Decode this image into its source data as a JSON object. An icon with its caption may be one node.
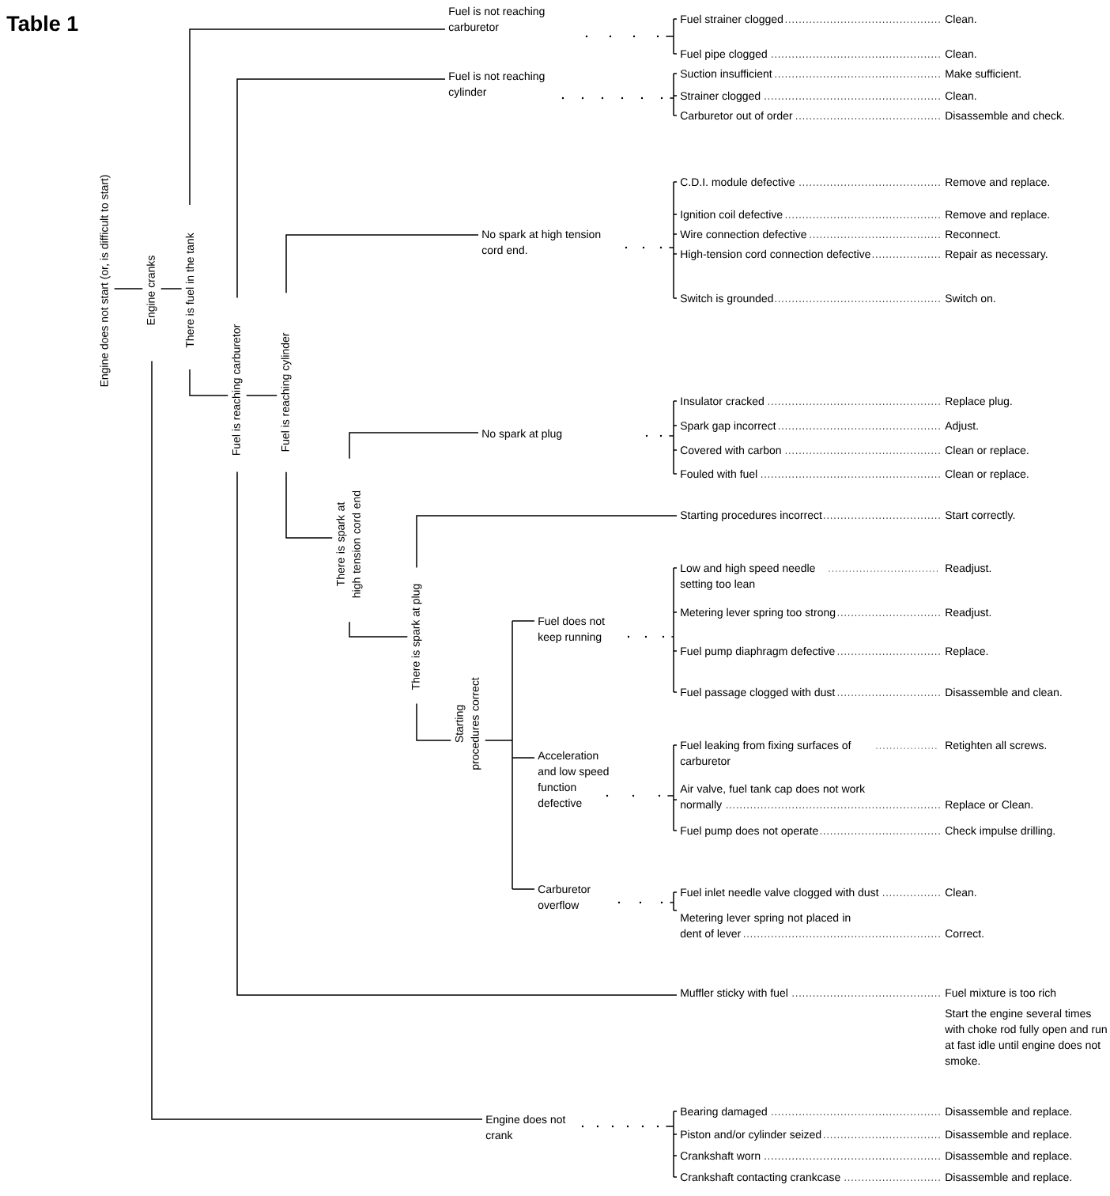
{
  "diagram": {
    "title": "Table 1",
    "nodes": [
      {
        "text": [
          "Engine does not start (or, is difficult to start)"
        ]
      },
      {
        "text": [
          "Engine cranks"
        ]
      },
      {
        "text": [
          "There is fuel in the tank"
        ]
      },
      {
        "text": [
          "Fuel is not reaching carburetor"
        ]
      },
      {
        "text": [
          "Fuel strainer clogged",
          "Clean."
        ]
      },
      {
        "text": [
          "Fuel pipe clogged",
          "Clean."
        ]
      },
      {
        "text": [
          "Fuel is reaching carburetor"
        ]
      },
      {
        "text": [
          "Fuel is not reaching cylinder"
        ]
      },
      {
        "text": [
          "Suction insufficient",
          "Make sufficient."
        ]
      },
      {
        "text": [
          "Strainer clogged",
          "Clean."
        ]
      },
      {
        "text": [
          "Carburetor out of order",
          "Disassemble and check."
        ]
      },
      {
        "text": [
          "Fuel is reaching cylinder"
        ]
      },
      {
        "text": [
          "No spark at high tension cord end."
        ]
      },
      {
        "text": [
          "C.D.I. module defective",
          "Remove and replace."
        ]
      },
      {
        "text": [
          "Ignition coil defective",
          "Remove and replace."
        ]
      },
      {
        "text": [
          "Wire connection defective",
          "Reconnect."
        ]
      },
      {
        "text": [
          "High-tension cord connection defective",
          "Repair as necessary."
        ]
      },
      {
        "text": [
          "Switch is grounded",
          "Switch on."
        ]
      },
      {
        "text": [
          "There is spark at high tension cord end"
        ]
      },
      {
        "text": [
          "No spark at plug"
        ]
      },
      {
        "text": [
          "Insulator cracked",
          "Replace plug."
        ]
      },
      {
        "text": [
          "Spark gap incorrect",
          "Adjust."
        ]
      },
      {
        "text": [
          "Covered with carbon",
          "Clean or replace."
        ]
      },
      {
        "text": [
          "Fouled with fuel",
          "Clean or replace."
        ]
      },
      {
        "text": [
          "There is spark at plug"
        ]
      },
      {
        "text": [
          "Starting procedures incorrect",
          "Start correctly."
        ]
      },
      {
        "text": [
          "Starting procedures correct"
        ]
      },
      {
        "text": [
          "Fuel does not keep running"
        ]
      },
      {
        "text": [
          "Low and high speed needle setting too lean",
          "Readjust."
        ]
      },
      {
        "text": [
          "Metering lever spring too strong",
          "Readjust."
        ]
      },
      {
        "text": [
          "Fuel pump diaphragm defective",
          "Replace."
        ]
      },
      {
        "text": [
          "Fuel passage clogged with dust",
          "Disassemble and clean."
        ]
      },
      {
        "text": [
          "Acceleration and low speed function defective"
        ]
      },
      {
        "text": [
          "Fuel leaking from fixing surfaces of carburetor",
          "Retighten all screws."
        ]
      },
      {
        "text": [
          "Air valve, fuel tank cap does not work normally",
          "Replace or Clean."
        ]
      },
      {
        "text": [
          "Fuel pump does not operate",
          "Check impulse drilling."
        ]
      },
      {
        "text": [
          "Carburetor overflow"
        ]
      },
      {
        "text": [
          "Fuel inlet needle valve clogged with dust",
          "Clean."
        ]
      },
      {
        "text": [
          "Metering lever spring not placed in dent of lever",
          "Correct."
        ]
      },
      {
        "text": [
          "Muffler sticky with fuel",
          "Fuel mixture is too rich",
          "Start the engine several times with choke rod fully open and run at fast idle until engine does not smoke."
        ]
      },
      {
        "text": [
          "Engine does not crank"
        ]
      },
      {
        "text": [
          "Bearing damaged",
          "Disassemble and replace."
        ]
      },
      {
        "text": [
          "Piston and/or cylinder seized",
          "Disassemble and replace."
        ]
      },
      {
        "text": [
          "Crankshaft worn",
          "Disassemble and replace."
        ]
      },
      {
        "text": [
          "Crankshaft contacting crankcase",
          "Disassemble and replace."
        ]
      }
    ],
    "edges": [
      {
        "from": 0,
        "to": 1,
        "arrow": "none"
      },
      {
        "from": 1,
        "to": 2,
        "arrow": "none"
      },
      {
        "from": 2,
        "to": 3,
        "arrow": "none"
      },
      {
        "from": 3,
        "to": 4,
        "arrow": "none"
      },
      {
        "from": 3,
        "to": 5,
        "arrow": "none"
      },
      {
        "from": 2,
        "to": 6,
        "arrow": "none"
      },
      {
        "from": 6,
        "to": 7,
        "arrow": "none"
      },
      {
        "from": 7,
        "to": 8,
        "arrow": "none"
      },
      {
        "from": 7,
        "to": 9,
        "arrow": "none"
      },
      {
        "from": 7,
        "to": 10,
        "arrow": "none"
      },
      {
        "from": 6,
        "to": 11,
        "arrow": "none"
      },
      {
        "from": 11,
        "to": 12,
        "arrow": "none"
      },
      {
        "from": 12,
        "to": 13,
        "arrow": "none"
      },
      {
        "from": 12,
        "to": 14,
        "arrow": "none"
      },
      {
        "from": 12,
        "to": 15,
        "arrow": "none"
      },
      {
        "from": 12,
        "to": 16,
        "arrow": "none"
      },
      {
        "from": 12,
        "to": 17,
        "arrow": "none"
      },
      {
        "from": 11,
        "to": 18,
        "arrow": "none"
      },
      {
        "from": 18,
        "to": 19,
        "arrow": "none"
      },
      {
        "from": 19,
        "to": 20,
        "arrow": "none"
      },
      {
        "from": 19,
        "to": 21,
        "arrow": "none"
      },
      {
        "from": 19,
        "to": 22,
        "arrow": "none"
      },
      {
        "from": 19,
        "to": 23,
        "arrow": "none"
      },
      {
        "from": 18,
        "to": 24,
        "arrow": "none"
      },
      {
        "from": 24,
        "to": 25,
        "arrow": "none"
      },
      {
        "from": 24,
        "to": 26,
        "arrow": "none"
      },
      {
        "from": 26,
        "to": 27,
        "arrow": "none"
      },
      {
        "from": 27,
        "to": 28,
        "arrow": "none"
      },
      {
        "from": 27,
        "to": 29,
        "arrow": "none"
      },
      {
        "from": 27,
        "to": 30,
        "arrow": "none"
      },
      {
        "from": 27,
        "to": 31,
        "arrow": "none"
      },
      {
        "from": 26,
        "to": 32,
        "arrow": "none"
      },
      {
        "from": 32,
        "to": 33,
        "arrow": "none"
      },
      {
        "from": 32,
        "to": 34,
        "arrow": "none"
      },
      {
        "from": 32,
        "to": 35,
        "arrow": "none"
      },
      {
        "from": 26,
        "to": 36,
        "arrow": "none"
      },
      {
        "from": 36,
        "to": 37,
        "arrow": "none"
      },
      {
        "from": 36,
        "to": 38,
        "arrow": "none"
      },
      {
        "from": 6,
        "to": 39,
        "arrow": "none"
      },
      {
        "from": 1,
        "to": 40,
        "arrow": "none"
      },
      {
        "from": 40,
        "to": 41,
        "arrow": "none"
      },
      {
        "from": 40,
        "to": 42,
        "arrow": "none"
      },
      {
        "from": 40,
        "to": 43,
        "arrow": "none"
      },
      {
        "from": 40,
        "to": 44,
        "arrow": "none"
      }
    ]
  }
}
